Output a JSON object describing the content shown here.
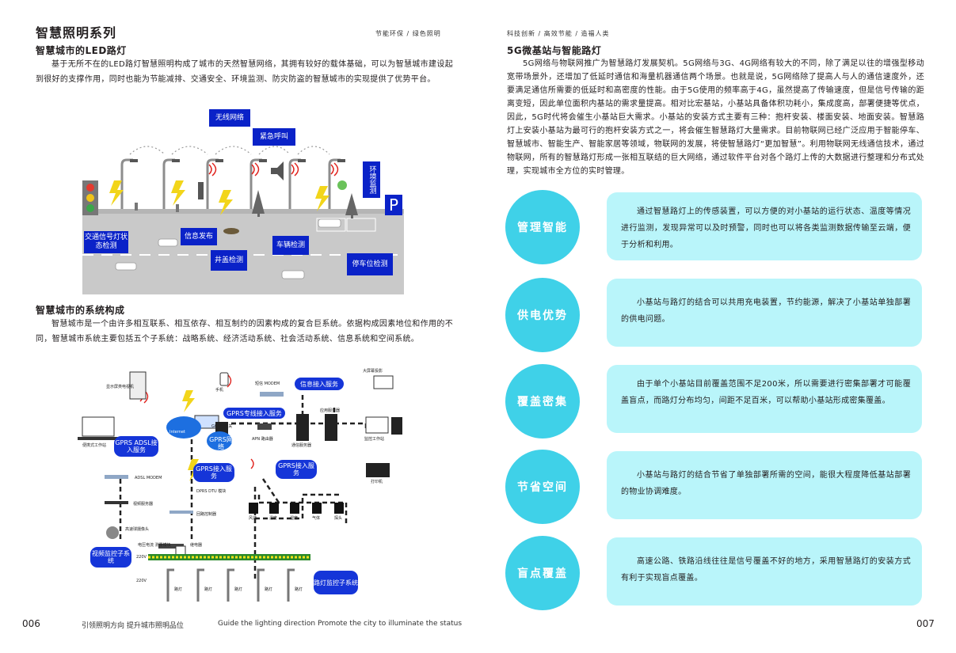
{
  "left_page": {
    "title": "智慧照明系列",
    "tags": "节能环保  /  绿色照明",
    "section1_title": "智慧城市的LED路灯",
    "section1_text": "基于无所不在的LED路灯智慧照明构成了城市的天然智慧网络，其拥有较好的载体基础，可以为智慧城市建设起到很好的支撑作用，同时也能为节能减排、交通安全、环境监测、防灾防盗的智慧城市的实现提供了优势平台。",
    "scene_labels": {
      "wireless": "无线网络",
      "emergency": "紧急呼叫",
      "env": "环境监测",
      "traffic": "交通信号灯状态检测",
      "info": "信息发布",
      "manhole": "井盖检测",
      "vehicle": "车辆检测",
      "parking": "停车位检测",
      "p_sign": "P"
    },
    "section2_title": "智慧城市的系统构成",
    "section2_text": "智慧城市是一个由许多相互联系、相互依存、相互制约的因素构成的复合巨系统。依据构成因素地位和作用的不同，智慧城市系统主要包括五个子系统：战略系统、经济活动系统、社会活动系统、信息系统和空间系统。",
    "diagram": {
      "info_access": "信息接入服务",
      "gprs_line": "GPRS专线接入服务",
      "gprs_adsl": "GPRS ADSL接入服务",
      "gprs_net": "GPRS网络",
      "gprs_access1": "GPRS接入服务",
      "gprs_access2": "GPRS接入服务",
      "video_sub": "视频监控子系统",
      "street_sub": "路灯监控子系统",
      "internet": "Internet",
      "small": {
        "display": "显示屏类电视机",
        "phone": "手机",
        "sms": "短信 MODEM",
        "bigscreen": "大屏幕投影",
        "laptop": "便携式工作站",
        "ggsn": "GGSN 网关",
        "apn": "APN 路由器",
        "comm_server": "通信服务器",
        "app_server": "应用服务器",
        "monitor_ws": "监控工作站",
        "printer": "打印机",
        "adsl": "ADSL MODEM",
        "dtu": "DPRS DTU 模块",
        "video_server": "视频服务器",
        "cam": "高速球摄像头",
        "ctrl": "回路控制器",
        "meter": "电压电流 测量模块",
        "relay": "继电器",
        "v1": "220V",
        "v2": "220V",
        "wind": "风速",
        "temp": "温度",
        "hum": "湿度",
        "gas": "气体",
        "camera2": "探头",
        "lamp": "路灯"
      }
    },
    "page_number": "006",
    "footer_cn": "引领照明方向    提升城市照明品位",
    "footer_en": "Guide the lighting direction Promote the city to illuminate the status"
  },
  "right_page": {
    "tags": "科技创新  /  高效节能  /  造福人类",
    "section_title": "5G微基站与智能路灯",
    "section_text": "5G网络与物联网推广为智慧路灯发展契机。5G网络与3G、4G网络有较大的不同，除了满足以往的增强型移动宽带场景外，还增加了低延时通信和海量机器通信两个场景。也就是说，5G网络除了提高人与人的通信速度外，还要满足通信所需要的低延时和高密度的性能。由于5G使用的频率高于4G，虽然提高了传输速度，但是信号传输的距离变短，因此单位面积内基站的需求量提高。相对比宏基站，小基站具备体积功耗小，集成度高，部署便捷等优点，因此，5G时代将会催生小基站巨大需求。小基站的安装方式主要有三种：抱杆安装、楼面安装、地面安装。智慧路灯上安装小基站为最可行的抱杆安装方式之一，将会催生智慧路灯大量需求。目前物联网已经广泛应用于智能停车、智慧城市、智能生产、智能家居等领域，物联网的发展，将使智慧路灯“更加智慧”。利用物联网无线通信技术，通过物联网，所有的智慧路灯形成一张相互联结的巨大网络，通过软件平台对各个路灯上传的大数据进行整理和分布式处理，实现城市全方位的实时管理。",
    "cards": [
      {
        "label": "管理智能",
        "text": "通过智慧路灯上的传感装置，可以方便的对小基站的运行状态、温度等情况进行监测，发现异常可以及时预警，同时也可以将各类监测数据传输至云端，便于分析和利用。"
      },
      {
        "label": "供电优势",
        "text": "小基站与路灯的结合可以共用充电装置，节约能源，解决了小基站单独部署的供电问题。"
      },
      {
        "label": "覆盖密集",
        "text": "由于单个小基站目前覆盖范围不足200米，所以需要进行密集部署才可能覆盖盲点，而路灯分布均匀，间距不足百米，可以帮助小基站形成密集覆盖。"
      },
      {
        "label": "节省空间",
        "text": "小基站与路灯的结合节省了单独部署所需的空间，能很大程度降低基站部署的物业协调难度。"
      },
      {
        "label": "盲点覆盖",
        "text": "高速公路、铁路沿线往往是信号覆盖不好的地方，采用智慧路灯的安装方式有利于实现盲点覆盖。"
      }
    ],
    "page_number": "007"
  },
  "colors": {
    "accent_blue": "#0a22c8",
    "card_bg": "#b9f5fa",
    "circle": "#3fd1e8",
    "road": "#c8c8c8"
  }
}
